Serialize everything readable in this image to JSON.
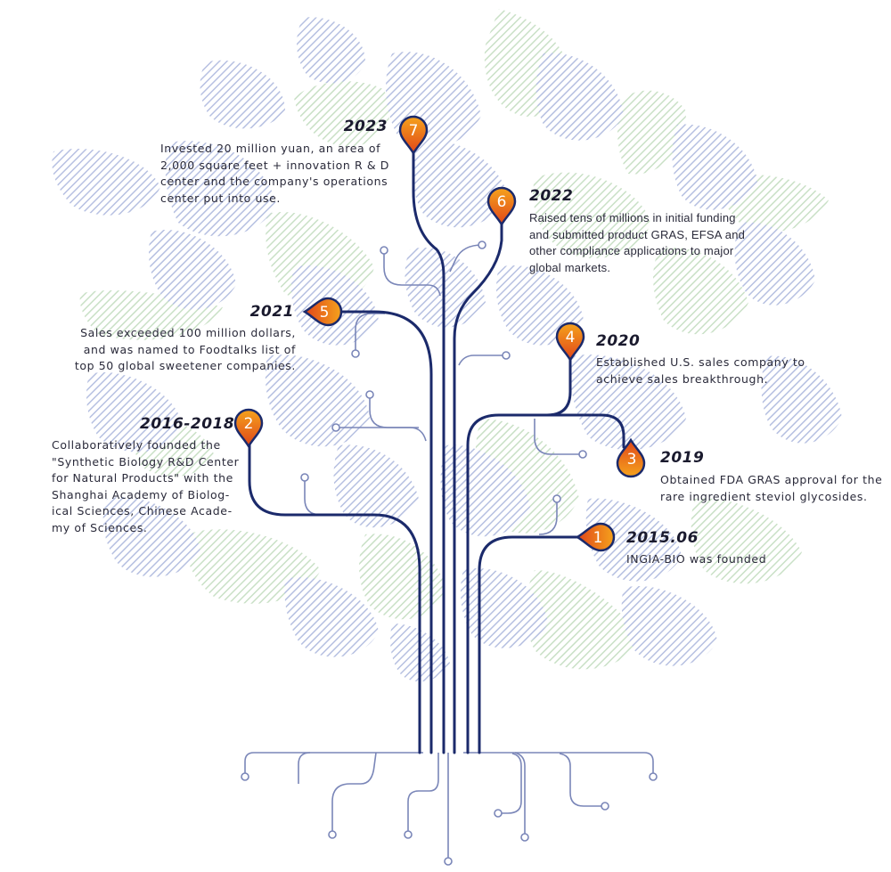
{
  "milestones": [
    {
      "number": "1",
      "year": "2015.06",
      "lines": [
        "INGIA-BIO was founded"
      ]
    },
    {
      "number": "2",
      "year": "2016-2018",
      "lines": [
        "Collaboratively founded the",
        "\"Synthetic Biology R&D Center",
        "for Natural Products\" with the",
        "Shanghai Academy of Biolog-",
        "ical Sciences, Chinese Acade-",
        "my of Sciences."
      ]
    },
    {
      "number": "3",
      "year": "2019",
      "lines": [
        "Obtained FDA GRAS approval for the",
        "rare ingredient steviol glycosides."
      ]
    },
    {
      "number": "4",
      "year": "2020",
      "lines": [
        "Established U.S. sales company to",
        "achieve sales breakthrough."
      ]
    },
    {
      "number": "5",
      "year": "2021",
      "lines": [
        "Sales exceeded 100 million dollars,",
        "and was named to Foodtalks list of",
        "top 50 global sweetener companies."
      ]
    },
    {
      "number": "6",
      "year": "2022",
      "lines": [
        "Raised tens of millions in initial funding",
        "and submitted product GRAS, EFSA and",
        "other compliance applications to major",
        "global markets."
      ]
    },
    {
      "number": "7",
      "year": "2023",
      "lines": [
        "Invested 20 million yuan, an area of",
        "2,000 square feet + innovation R & D",
        "center and the company's operations",
        "center put into use."
      ]
    }
  ],
  "colors": {
    "trunk": "#1b2a6b",
    "twig": "#7a86b8",
    "leaf_blue": "#b3bde0",
    "leaf_green": "#c7dfc4",
    "pin_top": "#f5a21c",
    "pin_bottom": "#e0461a"
  }
}
